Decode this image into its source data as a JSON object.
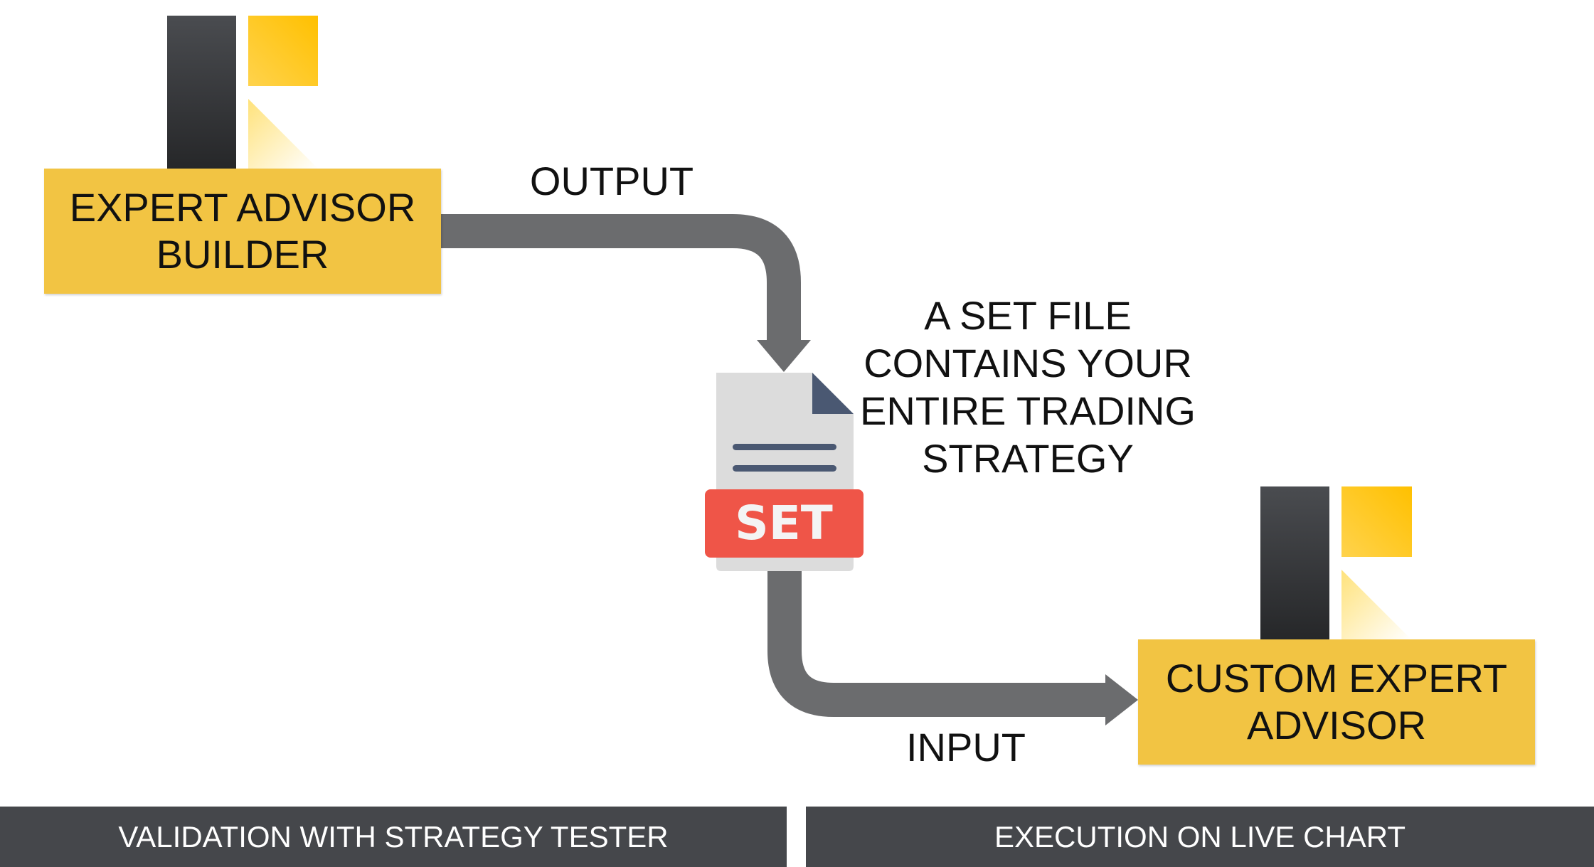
{
  "diagram": {
    "builder_box": {
      "lines": [
        "EXPERT ADVISOR",
        "BUILDER"
      ]
    },
    "custom_box": {
      "lines": [
        "CUSTOM EXPERT",
        "ADVISOR"
      ]
    },
    "output_label": "OUTPUT",
    "input_label": "INPUT",
    "set_description": {
      "lines": [
        "A SET FILE",
        "CONTAINS YOUR",
        "ENTIRE TRADING",
        "STRATEGY"
      ]
    },
    "set_file": {
      "badge": "SET"
    }
  },
  "footer": {
    "left": "VALIDATION WITH STRATEGY TESTER",
    "right": "EXECUTION ON LIVE CHART"
  },
  "colors": {
    "box_yellow": "#f2c443",
    "arrow_gray": "#6b6c6e",
    "footer_bg": "#45474b",
    "badge_red": "#ef5548",
    "doc_gray": "#dcdcdc",
    "doc_lines": "#4a5872",
    "logo_dark": "#3a3c3f",
    "logo_gold": "#ffc400"
  },
  "icons": [
    "logo-icon",
    "set-file-icon"
  ]
}
